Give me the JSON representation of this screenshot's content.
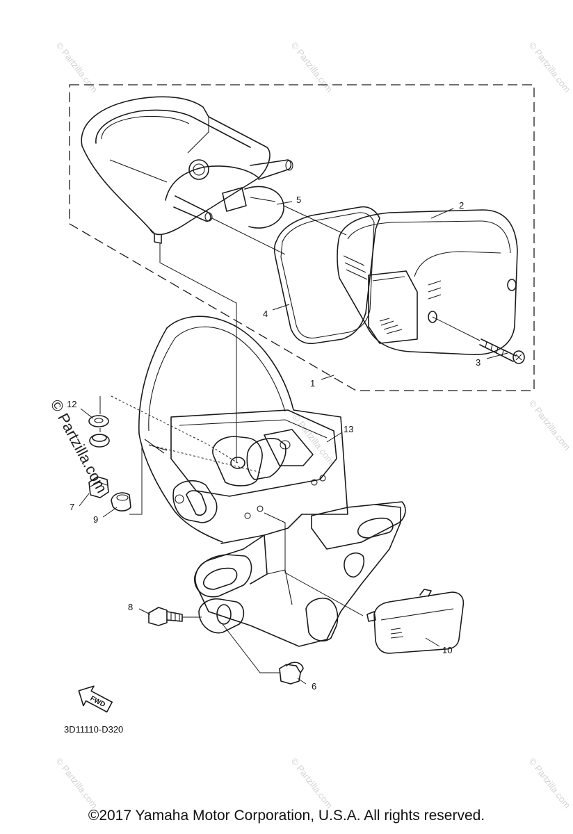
{
  "diagram": {
    "callouts": [
      {
        "id": "1",
        "text": "1"
      },
      {
        "id": "2",
        "text": "2"
      },
      {
        "id": "3",
        "text": "3"
      },
      {
        "id": "4",
        "text": "4"
      },
      {
        "id": "5",
        "text": "5"
      },
      {
        "id": "6",
        "text": "6"
      },
      {
        "id": "7",
        "text": "7"
      },
      {
        "id": "8",
        "text": "8"
      },
      {
        "id": "9",
        "text": "9"
      },
      {
        "id": "10",
        "text": "10"
      },
      {
        "id": "12",
        "text": "12"
      },
      {
        "id": "13",
        "text": "13"
      }
    ],
    "diagram_code": "3D11110-D320",
    "fwd_label": "FWD",
    "watermark": "© Partzilla.com",
    "watermark_prominent": "© Partzilla.com"
  },
  "footer": {
    "copyright": "©2017 Yamaha Motor Corporation, U.S.A. All rights reserved."
  }
}
